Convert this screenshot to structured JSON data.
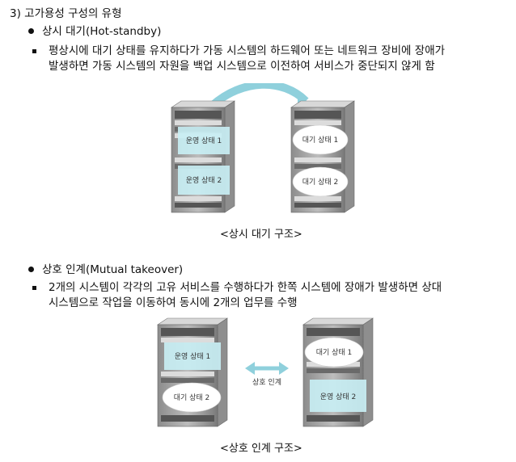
{
  "section_title": "3) 고가용성 구성의 유형",
  "hot_standby": {
    "heading": "상시 대기(Hot-standby)",
    "desc_line1": "평상시에 대기 상태를 유지하다가 가동 시스템의 하드웨어 또는 네트워크 장비에 장애가",
    "desc_line2": "발생하면 가동 시스템의 자원을 백업 시스템으로 이전하여 서비스가 중단되지 않게 함",
    "left_state1": "운영 상태 1",
    "left_state2": "운영 상태 2",
    "right_state1": "대기 상태 1",
    "right_state2": "대기 상태 2",
    "caption": "<상시 대기 구조>"
  },
  "mutual": {
    "heading": "상호 인계(Mutual takeover)",
    "desc_line1": "2개의 시스템이 각각의 고유 서비스를 수행하다가 한쪽 시스템에 장애가 발생하면 상대",
    "desc_line2": "시스템으로 작업을 이동하여 동시에 2개의 업무를 수행",
    "left_state1": "운영 상태 1",
    "left_state2": "대기 상태 2",
    "right_state1": "대기 상태 1",
    "right_state2": "운영 상태 2",
    "link_label": "상호 인계",
    "caption": "<상호 인계 구조>"
  }
}
